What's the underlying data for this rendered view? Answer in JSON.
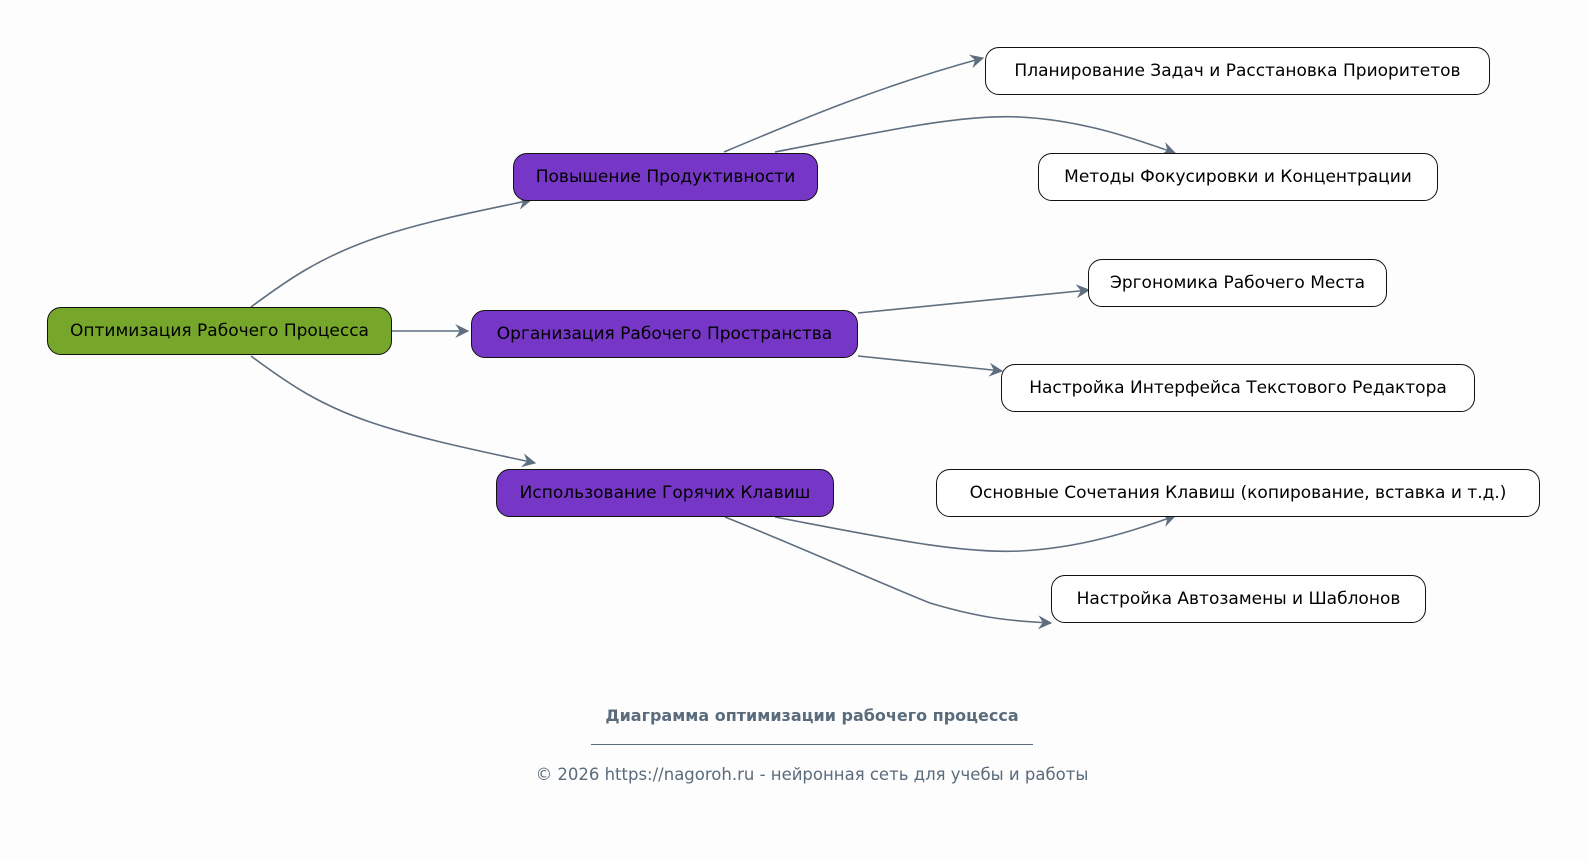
{
  "diagram": {
    "colors": {
      "root_fill": "#76a72a",
      "category_fill": "#7637c6",
      "leaf_fill": "#ffffff",
      "edge": "#5f6f7f",
      "footer_text": "#5a6b7c"
    },
    "root": {
      "id": "root",
      "label": "Оптимизация Рабочего Процесса"
    },
    "categories": [
      {
        "id": "productivity",
        "label": "Повышение Продуктивности"
      },
      {
        "id": "workspace",
        "label": "Организация Рабочего Пространства"
      },
      {
        "id": "hotkeys",
        "label": "Использование Горячих Клавиш"
      }
    ],
    "leaves": [
      {
        "id": "planning",
        "parent": "productivity",
        "label": "Планирование Задач и Расстановка Приоритетов"
      },
      {
        "id": "focus",
        "parent": "productivity",
        "label": "Методы Фокусировки и Концентрации"
      },
      {
        "id": "ergonomics",
        "parent": "workspace",
        "label": "Эргономика Рабочего Места"
      },
      {
        "id": "editor-ui",
        "parent": "workspace",
        "label": "Настройка Интерфейса Текстового Редактора"
      },
      {
        "id": "shortcuts",
        "parent": "hotkeys",
        "label": "Основные Сочетания Клавиш (копирование, вставка и т.д.)"
      },
      {
        "id": "autocorrect",
        "parent": "hotkeys",
        "label": "Настройка Автозамены и Шаблонов"
      }
    ],
    "edges": [
      {
        "from": "root",
        "to": "productivity"
      },
      {
        "from": "root",
        "to": "workspace"
      },
      {
        "from": "root",
        "to": "hotkeys"
      },
      {
        "from": "productivity",
        "to": "planning"
      },
      {
        "from": "productivity",
        "to": "focus"
      },
      {
        "from": "workspace",
        "to": "ergonomics"
      },
      {
        "from": "workspace",
        "to": "editor-ui"
      },
      {
        "from": "hotkeys",
        "to": "shortcuts"
      },
      {
        "from": "hotkeys",
        "to": "autocorrect"
      }
    ]
  },
  "footer": {
    "title": "Диаграмма оптимизации рабочего процесса",
    "copyright": "© 2026 https://nagoroh.ru - нейронная сеть для учебы и работы"
  }
}
